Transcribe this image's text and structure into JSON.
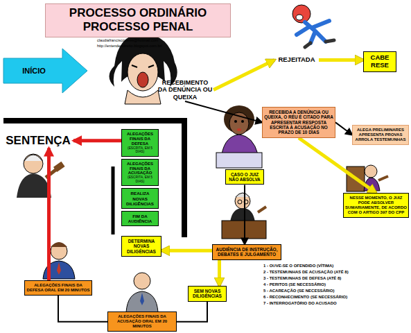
{
  "diagram": {
    "title": "PROCESSO ORDINÁRIO PROCESSO PENAL",
    "nodes": [
      {
        "text": [
          "INÍCIO"
        ]
      },
      {
        "text": [
          "RECEBIMENTO DA DENÚNCIA OU QUEIXA"
        ]
      },
      {
        "text": [
          "REJEITADA"
        ]
      },
      {
        "text": [
          "CABE RESE"
        ]
      },
      {
        "text": [
          "RECEBIDA A DENÚNCIA OU QUEIXA, O RÉU É CITADO PARA APRESENTAR RESPOSTA ESCRITA À ACUSAÇÃO NO PRAZO DE 10 DIAS"
        ]
      },
      {
        "text": [
          "ALEGA PRELIMINARES APRESENTA PROVAS ARROLA TESTEMUNHAS"
        ]
      },
      {
        "text": [
          "NESSE MOMENTO, O JUIZ PODE ABSOLVER SUMARIAMENTE, DE ACORDO COM O ARTIGO 397 DO CPP"
        ]
      },
      {
        "text": [
          "CASO O JUIZ NÃO ABSOLVA"
        ]
      },
      {
        "text": [
          "AUDIÊNCIA DE INSTRUÇÃO, DEBATES E JULGAMENTO"
        ]
      },
      {
        "text": [
          "SEM NOVAS DILIGÊNCIAS"
        ]
      },
      {
        "text": [
          "DETERMINA NOVAS DILIGÊNCIAS"
        ]
      },
      {
        "text": [
          "FIM DA AUDIÊNCIA"
        ]
      },
      {
        "text": [
          "REALIZA NOVAS DILIGÊNCIAS"
        ]
      },
      {
        "text": [
          "ALEGAÇÕES FINAIS DA ACUSAÇÃO",
          "(ESCRITA, EM 5 DIAS)"
        ]
      },
      {
        "text": [
          "ALEGAÇÕES FINAIS DA DEFESA",
          "(ESCRITA, EM 5 DIAS)"
        ]
      },
      {
        "text": [
          "SENTENÇA"
        ]
      },
      {
        "text": [
          "ALEGAÇÕES FINAIS DA ACUSAÇÃO ORAL EM 20 MINUTOS"
        ]
      },
      {
        "text": [
          "ALEGAÇÕES FINAIS DA DEFESA ORAL EM 20 MINUTOS"
        ]
      }
    ],
    "edges": [
      {
        "from": 1,
        "to": 2,
        "arrow": "to"
      },
      {
        "from": 2,
        "to": 3,
        "arrow": "to"
      },
      {
        "from": 1,
        "to": 4,
        "arrow": "to"
      },
      {
        "from": 4,
        "to": 5,
        "arrow": "to"
      },
      {
        "from": 4,
        "to": 6,
        "arrow": "to"
      },
      {
        "from": 7,
        "to": 8,
        "arrow": "to"
      },
      {
        "from": 8,
        "to": 10,
        "arrow": "to"
      },
      {
        "from": 8,
        "to": 9,
        "arrow": "to"
      },
      {
        "from": 14,
        "to": 15,
        "arrow": "to"
      },
      {
        "from": 9,
        "to": 16,
        "arrow": "none"
      },
      {
        "from": 16,
        "to": 17,
        "arrow": "none"
      },
      {
        "from": 17,
        "to": 15,
        "arrow": "to"
      }
    ],
    "labels": [
      "claudiafranciscoperes@hotmail.com",
      "http://entendeudireito.blogspot.com.br/",
      "1 - OUVE-SE O OFENDIDO (VÍTIMA)",
      "2 - TESTEMUNHAS DE ACUSAÇÃO (ATÉ 8)",
      "3 - TESTEMUNHAS DE DEFESA (ATÉ 8)",
      "4 - PERITOS (SE NECESSÁRIO)",
      "5 - ACAREAÇÃO (SE NECESSÁRIO)",
      "6 - RECONHECIMENTO (SE NECESSÁRIO)",
      "7 - INTERROGATÓRIO DO ACUSADO"
    ]
  }
}
